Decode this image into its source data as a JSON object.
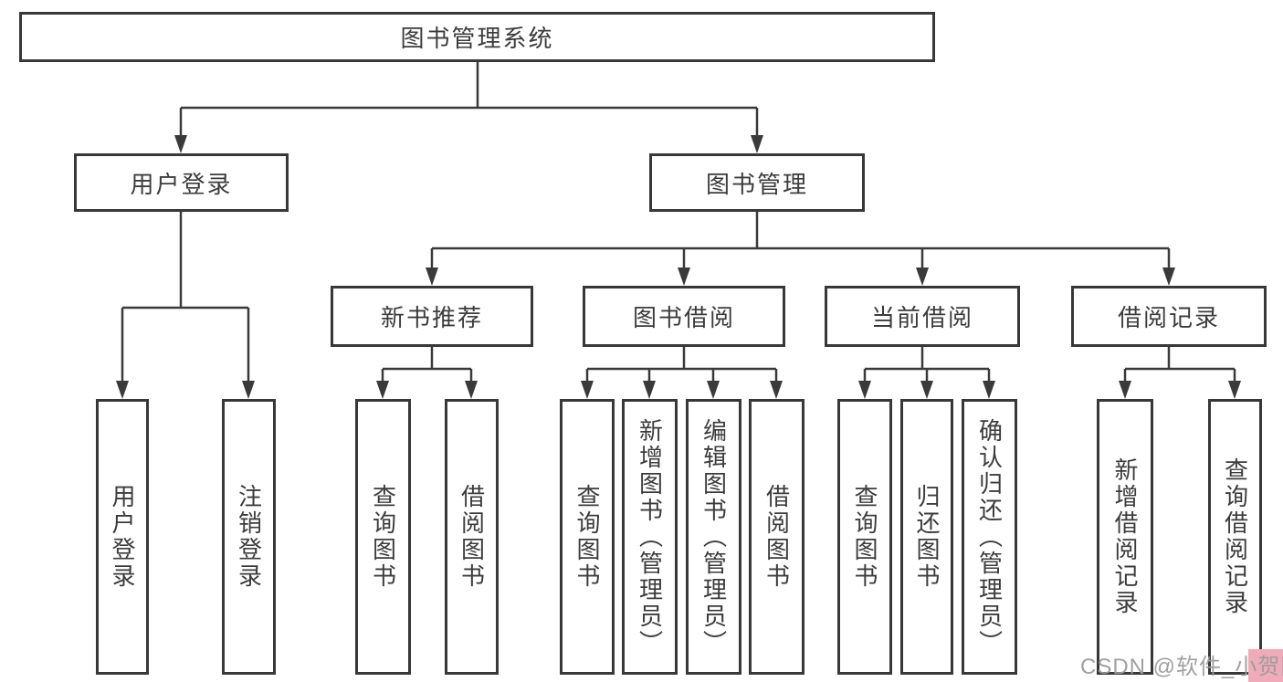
{
  "diagram": {
    "title": "图书管理系统",
    "type": "hierarchy",
    "colors": {
      "line": "#3a3a3a",
      "border": "#383838",
      "text": "#3c3c3c",
      "background": "#ffffff",
      "watermark_text": "#9b9b9b",
      "watermark_patch": "#efabb7"
    },
    "tree": {
      "label": "图书管理系统",
      "children": [
        {
          "label": "用户登录",
          "children": [
            {
              "label": "用户登录"
            },
            {
              "label": "注销登录"
            }
          ]
        },
        {
          "label": "图书管理",
          "children": [
            {
              "label": "新书推荐",
              "children": [
                {
                  "label": "查询图书"
                },
                {
                  "label": "借阅图书"
                }
              ]
            },
            {
              "label": "图书借阅",
              "children": [
                {
                  "label": "查询图书"
                },
                {
                  "label": "新增图书（管理员）"
                },
                {
                  "label": "编辑图书（管理员）"
                },
                {
                  "label": "借阅图书"
                }
              ]
            },
            {
              "label": "当前借阅",
              "children": [
                {
                  "label": "查询图书"
                },
                {
                  "label": "归还图书"
                },
                {
                  "label": "确认归还（管理员）"
                }
              ]
            },
            {
              "label": "借阅记录",
              "children": [
                {
                  "label": "新增借阅记录"
                },
                {
                  "label": "查询借阅记录"
                }
              ]
            }
          ]
        }
      ]
    },
    "watermark": "CSDN @软件_小贺同学"
  }
}
